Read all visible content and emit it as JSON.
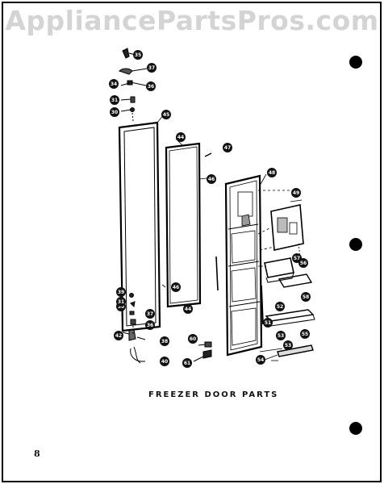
{
  "watermark": "AppliancePartsPros.com",
  "caption": "FREEZER DOOR PARTS",
  "page_number": "8",
  "callouts": {
    "c35a": "35",
    "c37a": "37",
    "c34a": "34",
    "c36a": "36",
    "c31a": "31",
    "c30a": "30",
    "c45": "45",
    "c44a": "44",
    "c47": "47",
    "c46a": "46",
    "c48": "48",
    "c49": "49",
    "c46b": "46",
    "c44b": "44",
    "c39": "39",
    "c30b": "30",
    "c31b": "31",
    "c37b": "37",
    "c36b": "36",
    "c42": "42",
    "c38": "38",
    "c40": "40",
    "c60": "60",
    "c61": "61",
    "c56": "56",
    "c57": "57",
    "c58": "58",
    "c52": "52",
    "c51": "51",
    "c55": "55",
    "c53a": "53",
    "c53b": "53",
    "c54": "54"
  }
}
